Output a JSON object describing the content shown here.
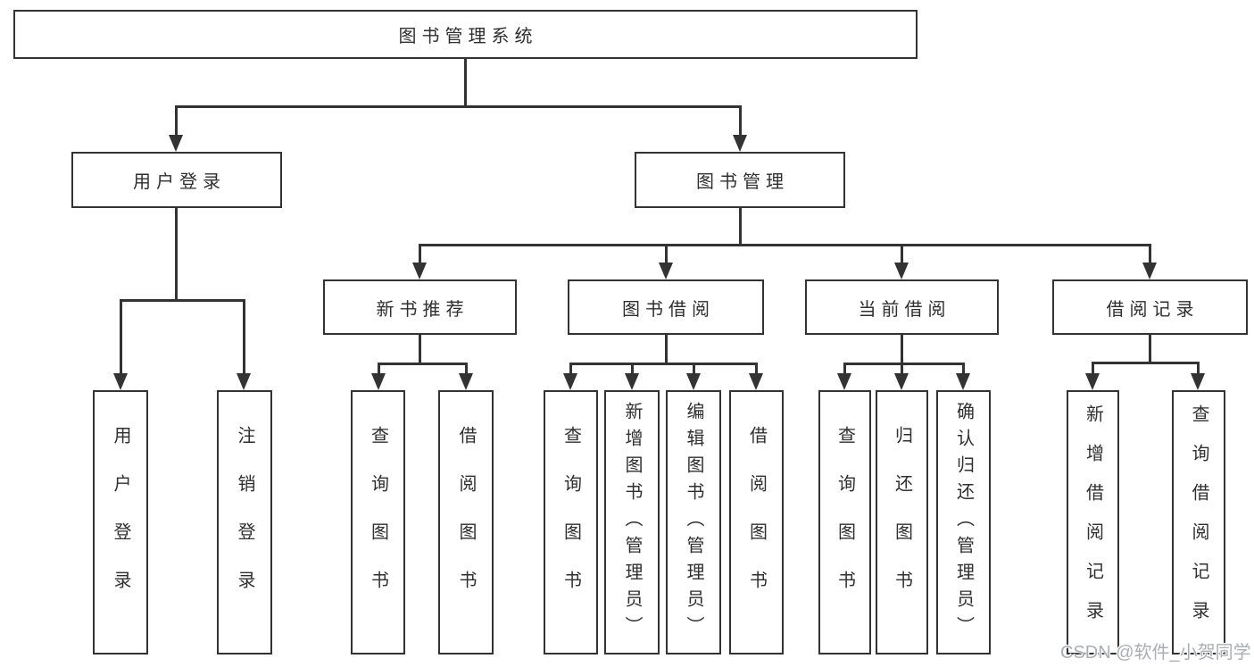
{
  "root": {
    "label": "图书管理系统"
  },
  "level2": {
    "user_login": "用户登录",
    "book_mgmt": "图书管理"
  },
  "level3": {
    "recommend": "新书推荐",
    "borrow": "图书借阅",
    "current": "当前借阅",
    "records": "借阅记录"
  },
  "leaves": {
    "user": [
      "用户登录",
      "注销登录"
    ],
    "recommend": [
      "查询图书",
      "借阅图书"
    ],
    "borrow": [
      "查询图书",
      "新增图书（管理员）",
      "编辑图书（管理员）",
      "借阅图书"
    ],
    "current": [
      "查询图书",
      "归还图书",
      "确认归还（管理员）"
    ],
    "records": [
      "新增借阅记录",
      "查询借阅记录"
    ]
  },
  "watermark": {
    "text": "CSDN @软件_小贺同学",
    "color": "#a9aeb4"
  },
  "colors": {
    "line": "#333333",
    "text": "#2f2f2f",
    "background": "#ffffff"
  }
}
